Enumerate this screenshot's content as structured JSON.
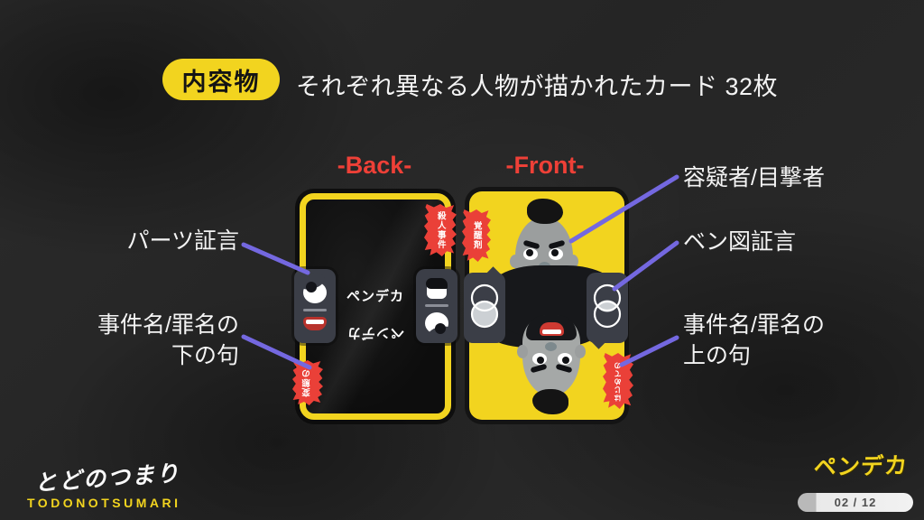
{
  "header": {
    "badge": "内容物",
    "description": "それぞれ異なる人物が描かれたカード 32枚"
  },
  "cards": {
    "back": {
      "label": "-Back-",
      "ribbon_top": "殺人事件",
      "ribbon_bottom": "変態の",
      "logo": "ペンデカ",
      "logo_flipped": "ペンデカ"
    },
    "front": {
      "label": "-Front-",
      "ribbon_top": "覚醒剤",
      "ribbon_bottom": "はじめての"
    }
  },
  "annotations": {
    "left": [
      {
        "label": "パーツ証言"
      },
      {
        "label": "事件名/罪名の",
        "label2": "下の句"
      }
    ],
    "right": [
      {
        "label": "容疑者/目撃者"
      },
      {
        "label": "ベン図証言"
      },
      {
        "label": "事件名/罪名の",
        "label2": "上の句"
      }
    ]
  },
  "icons": {
    "back_left_panel": [
      "eye-icon",
      "mouth-icon"
    ],
    "back_right_panel": [
      "hair-icon",
      "eye-icon"
    ],
    "front_bubbles": [
      "venn-diagram-icon",
      "venn-diagram-icon"
    ]
  },
  "footer": {
    "brand_script": "とどのつまり",
    "brand_roman": "TODONOTSUMARI",
    "logo": "ペンデカ",
    "page_indicator": "02 / 12"
  },
  "colors": {
    "yellow": "#F2D41F",
    "red": "#EA4038",
    "purple": "#7468E0",
    "panel_gray": "#3B3E47",
    "background": "#272727"
  }
}
